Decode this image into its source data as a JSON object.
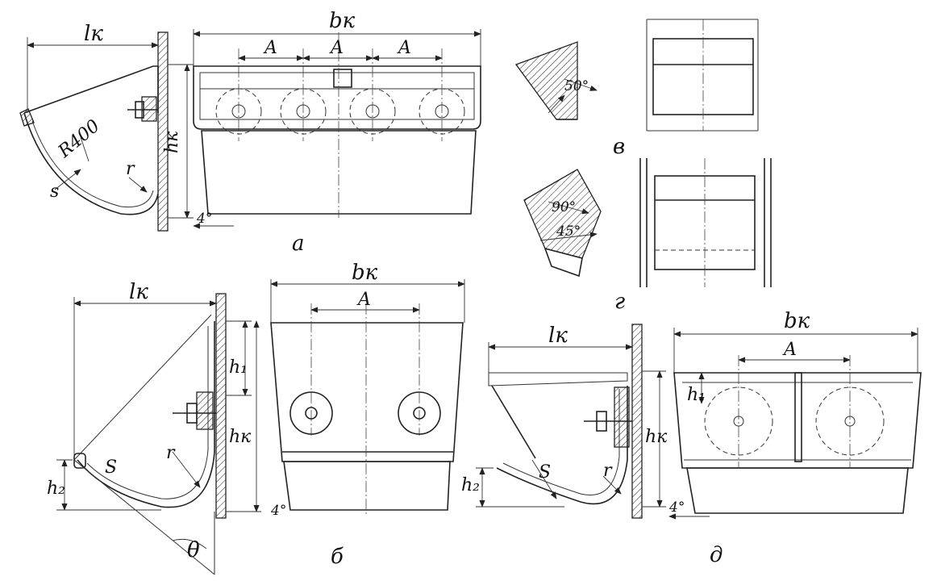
{
  "labels": {
    "lk": "lк",
    "bk": "bк",
    "hk": "hк",
    "A": "A",
    "R400": "R400",
    "s": "s",
    "S": "S",
    "r": "r",
    "angle4": "4°",
    "angle50": "50°",
    "angle90": "90°",
    "angle45": "45°",
    "h1": "h₁",
    "h2": "h₂",
    "theta": "θ"
  },
  "captions": {
    "a": "а",
    "b": "б",
    "v": "в",
    "g": "г",
    "d": "д"
  }
}
